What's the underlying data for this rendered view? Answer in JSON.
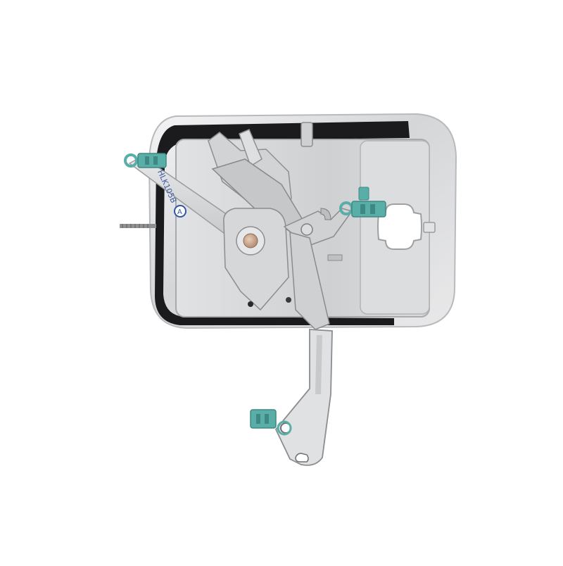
{
  "scene": {
    "subject": "latch-mechanism",
    "background_color": "#ffffff",
    "chrome_color": "#d9dadc",
    "dark_frame_color": "#1b1b1d",
    "clip_color": "#5aaea8",
    "hub_color": "#c7a58a"
  },
  "marking": {
    "part_code": "HLK105B",
    "logo_letter": "A"
  }
}
